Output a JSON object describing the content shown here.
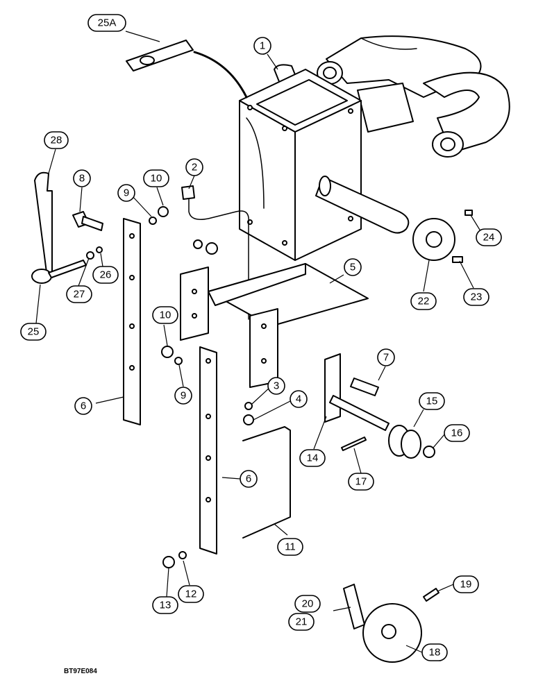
{
  "drawing_code": "BT97E084",
  "callouts": [
    "25A",
    "1",
    "28",
    "2",
    "8",
    "10",
    "9",
    "5",
    "24",
    "22",
    "23",
    "27",
    "26",
    "25",
    "10",
    "9",
    "7",
    "3",
    "4",
    "15",
    "16",
    "6",
    "14",
    "17",
    "6",
    "11",
    "13",
    "12",
    "19",
    "20",
    "21",
    "18"
  ]
}
